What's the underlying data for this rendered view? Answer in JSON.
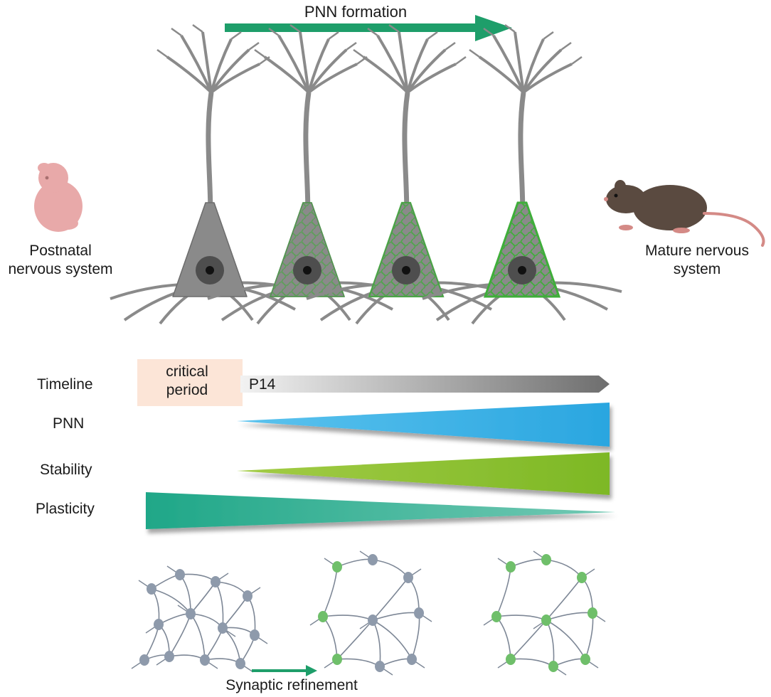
{
  "top_arrow": {
    "label": "PNN formation",
    "color": "#1e9e6a"
  },
  "left_organism": {
    "label_line1": "Postnatal",
    "label_line2": "nervous system",
    "icon": "mouse-pup-icon",
    "color": "#e8a9a9"
  },
  "right_organism": {
    "label_line1": "Mature nervous",
    "label_line2": "system",
    "icon": "adult-mouse-icon",
    "color": "#5a4a40"
  },
  "neuron_stages": [
    {
      "stage": "no-pnn",
      "pnn_level": 0
    },
    {
      "stage": "early-pnn",
      "pnn_level": 0.35
    },
    {
      "stage": "mid-pnn",
      "pnn_level": 0.65
    },
    {
      "stage": "full-pnn",
      "pnn_level": 1
    }
  ],
  "rows": {
    "timeline": {
      "label": "Timeline",
      "critical_period": "critical",
      "critical_period_line2": "period",
      "marker": "P14",
      "color": "#6e6e6e"
    },
    "pnn": {
      "label": "PNN",
      "trend": "increasing",
      "color": "#2fa9e1"
    },
    "stability": {
      "label": "Stability",
      "trend": "increasing",
      "color": "#86bf2e"
    },
    "plasticity": {
      "label": "Plasticity",
      "trend": "decreasing",
      "color": "#20a98a"
    }
  },
  "networks": [
    {
      "stage": "dense-immature",
      "soma_color": "#8e9aab"
    },
    {
      "stage": "refining",
      "soma_color": "#6fbf6a"
    },
    {
      "stage": "refined",
      "soma_color": "#6fbf6a"
    }
  ],
  "bottom_arrow": {
    "label": "Synaptic refinement",
    "color": "#1e9e6a"
  }
}
